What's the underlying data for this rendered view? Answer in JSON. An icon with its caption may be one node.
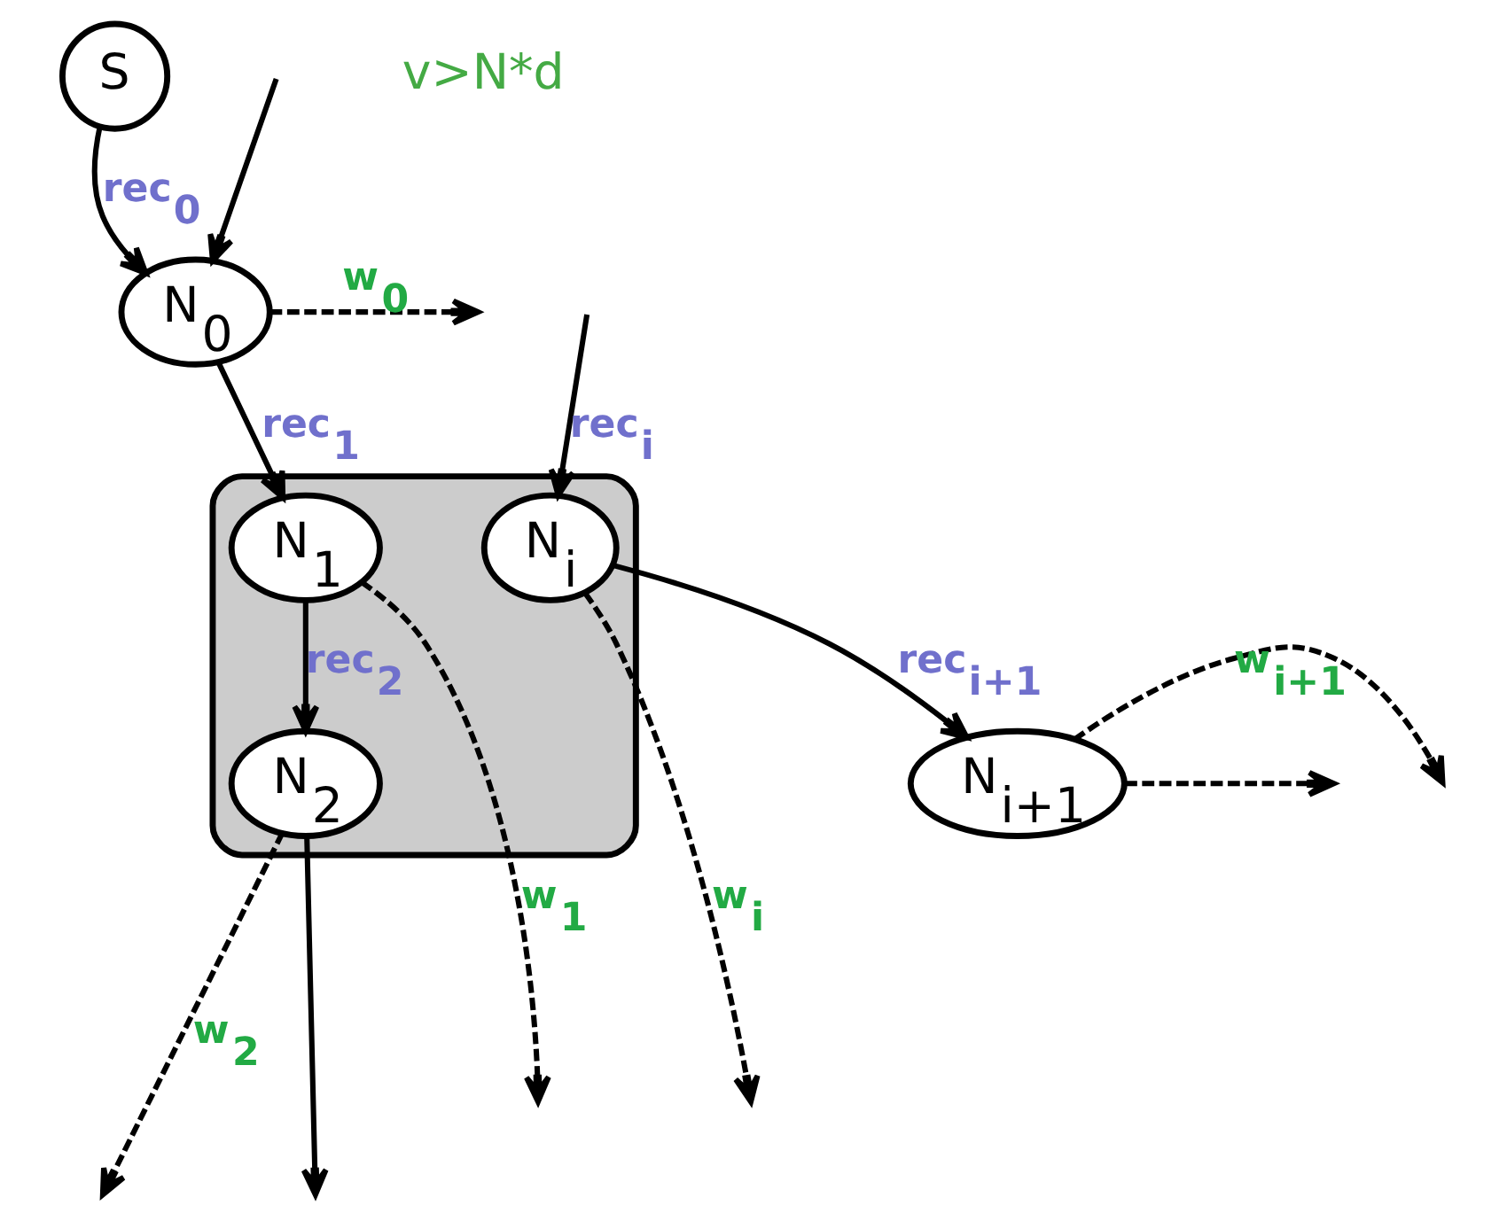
{
  "diagram": {
    "nodes": [
      {
        "text": [
          "S"
        ]
      },
      {
        "text": [
          "N$_{0}$"
        ]
      },
      {
        "text": [],
        "shape": "cloud"
      },
      {
        "text": [
          "N$_{1}$"
        ],
        "in": 2
      },
      {
        "text": [
          "N$_{2}$"
        ],
        "in": 2
      },
      {
        "text": [
          "N$_{i}$"
        ],
        "in": 2
      },
      {
        "text": [
          "N$_{i+1}$"
        ]
      }
    ],
    "edges": [
      {
        "from": 0,
        "to": 1,
        "arrow": "to",
        "label": "rec$_{0}$"
      },
      {
        "from": 1,
        "to": null,
        "arrow": "to",
        "style": "dashed",
        "label": "w$_{0}$"
      },
      {
        "from": null,
        "to": 1,
        "arrow": "to"
      },
      {
        "from": 1,
        "to": 3,
        "arrow": "to",
        "label": "rec$_{1}$"
      },
      {
        "from": 3,
        "to": null,
        "arrow": "to",
        "style": "dashed",
        "label": "w$_{1}$"
      },
      {
        "from": 3,
        "to": 4,
        "arrow": "to",
        "label": "rec$_{2}$"
      },
      {
        "from": 4,
        "to": null,
        "arrow": "to",
        "style": "dashed",
        "label": "w$_{2}$"
      },
      {
        "from": 4,
        "to": null,
        "arrow": "to"
      },
      {
        "from": 5,
        "to": null,
        "arrow": "to",
        "style": "dashed",
        "label": "w$_{i}$"
      },
      {
        "from": null,
        "to": 5,
        "arrow": "to",
        "label": "rec$_{i}$"
      },
      {
        "from": 5,
        "to": 6,
        "arrow": "to",
        "label": "rec$_{i+1}$"
      },
      {
        "from": 6,
        "to": null,
        "arrow": "to",
        "style": "dashed",
        "label": "w$_{i+1}$"
      },
      {
        "from": 6,
        "to": null,
        "arrow": "to",
        "style": "dashed"
      }
    ],
    "labels": [
      "v>N*d"
    ]
  }
}
